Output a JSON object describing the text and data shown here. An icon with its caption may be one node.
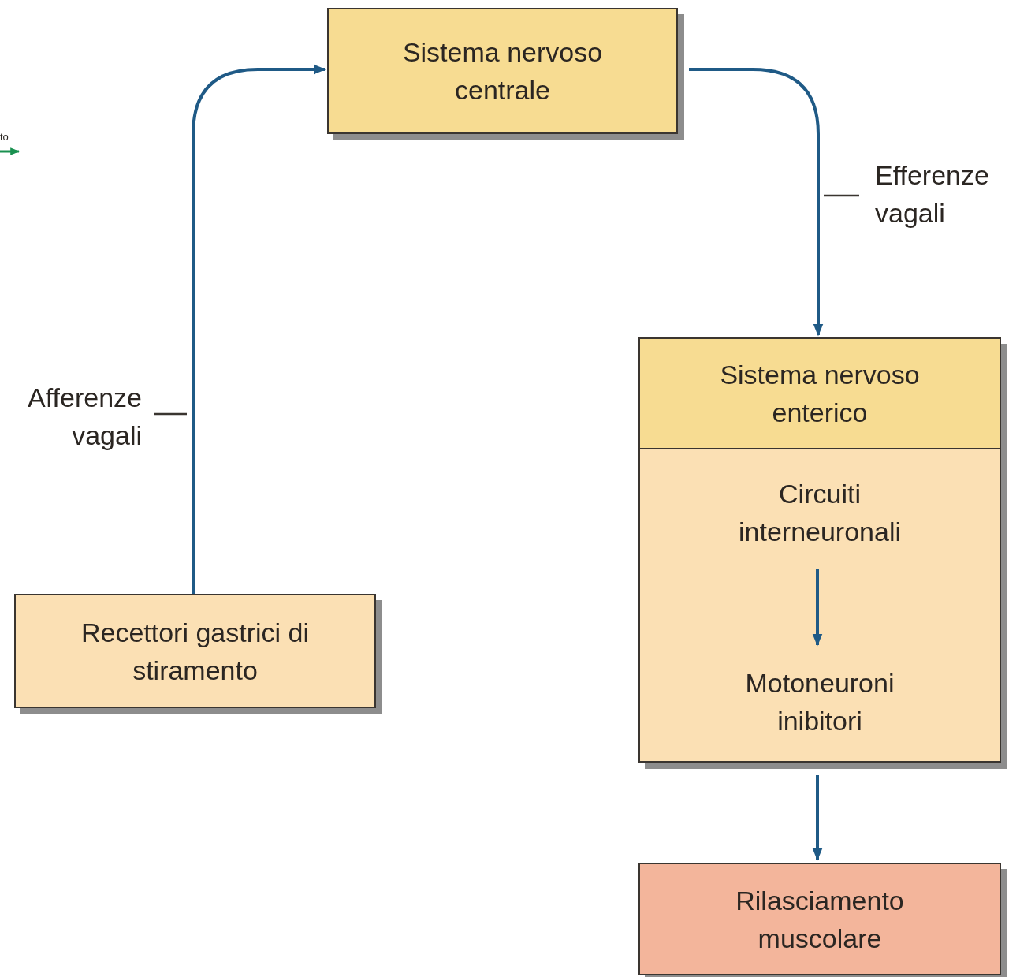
{
  "diagram": {
    "nodes": [
      {
        "text": [
          "Sistema nervoso centrale"
        ]
      },
      {
        "text": [],
        "shape": "box"
      },
      {
        "text": [
          "Sistema nervoso enterico"
        ],
        "in": 1
      },
      {
        "text": [
          "Circuiti interneuronali"
        ],
        "in": 1
      },
      {
        "text": [
          "Motoneuroni inibitori"
        ],
        "in": 1
      },
      {
        "text": [
          "Recettori gastrici di stiramento"
        ]
      },
      {
        "text": [
          "Rilasciamento muscolare"
        ]
      }
    ],
    "edges": [
      {
        "from": 5,
        "to": 0,
        "arrow": "to",
        "label": "Afferenze vagali"
      },
      {
        "from": 0,
        "to": 1,
        "arrow": "to",
        "label": "Efferenze vagali"
      },
      {
        "from": 3,
        "to": 4,
        "arrow": "to"
      },
      {
        "from": 1,
        "to": 6,
        "arrow": "to"
      }
    ],
    "labels": [
      "to"
    ]
  }
}
